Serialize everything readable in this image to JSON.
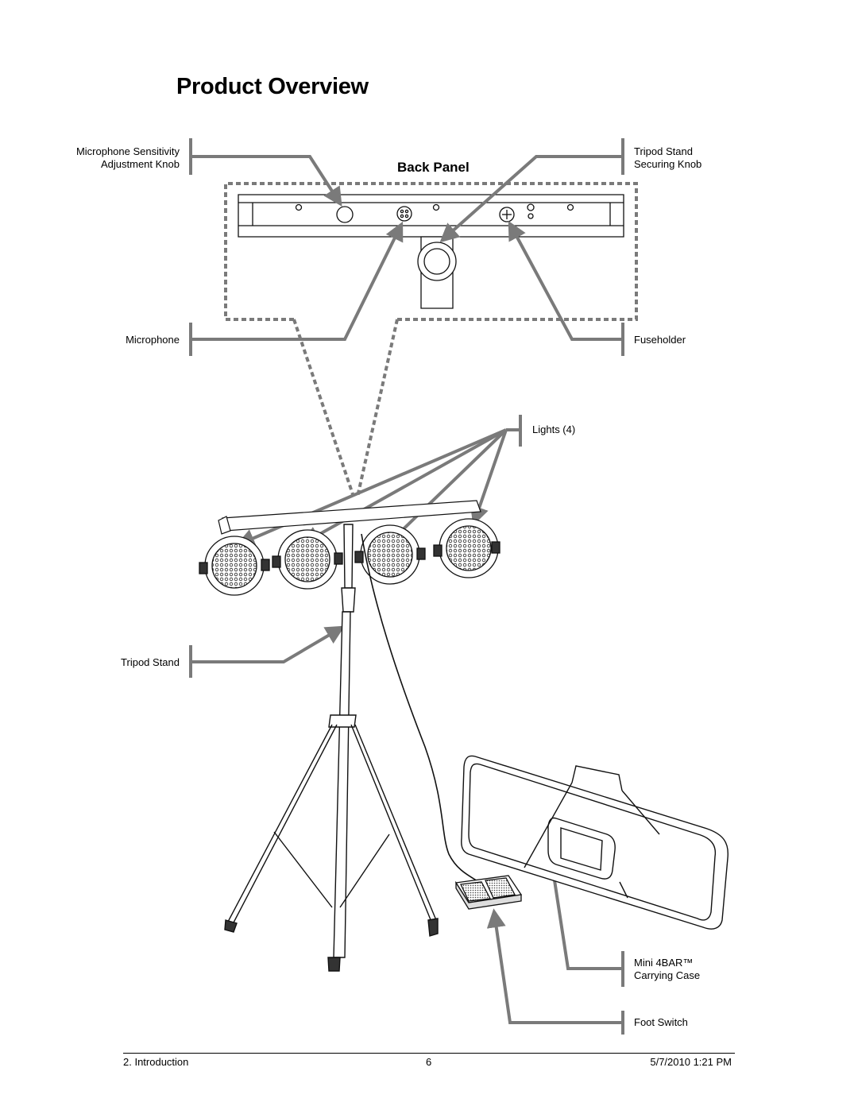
{
  "title": "Product Overview",
  "back_panel_label": "Back Panel",
  "callouts": {
    "mic_knob": [
      "Microphone Sensitivity",
      "Adjustment Knob"
    ],
    "tripod_knob": [
      "Tripod Stand",
      "Securing Knob"
    ],
    "microphone": "Microphone",
    "fuseholder": "Fuseholder",
    "lights": "Lights (4)",
    "tripod_stand": "Tripod Stand",
    "carrying_case": [
      "Mini 4BAR™",
      "Carrying Case"
    ],
    "foot_switch": "Foot Switch"
  },
  "footer": {
    "section": "2. Introduction",
    "page": "6",
    "date": "5/7/2010 1:21 PM"
  },
  "colors": {
    "callout_line": "#7a7a7a",
    "drawing_line": "#111111"
  }
}
